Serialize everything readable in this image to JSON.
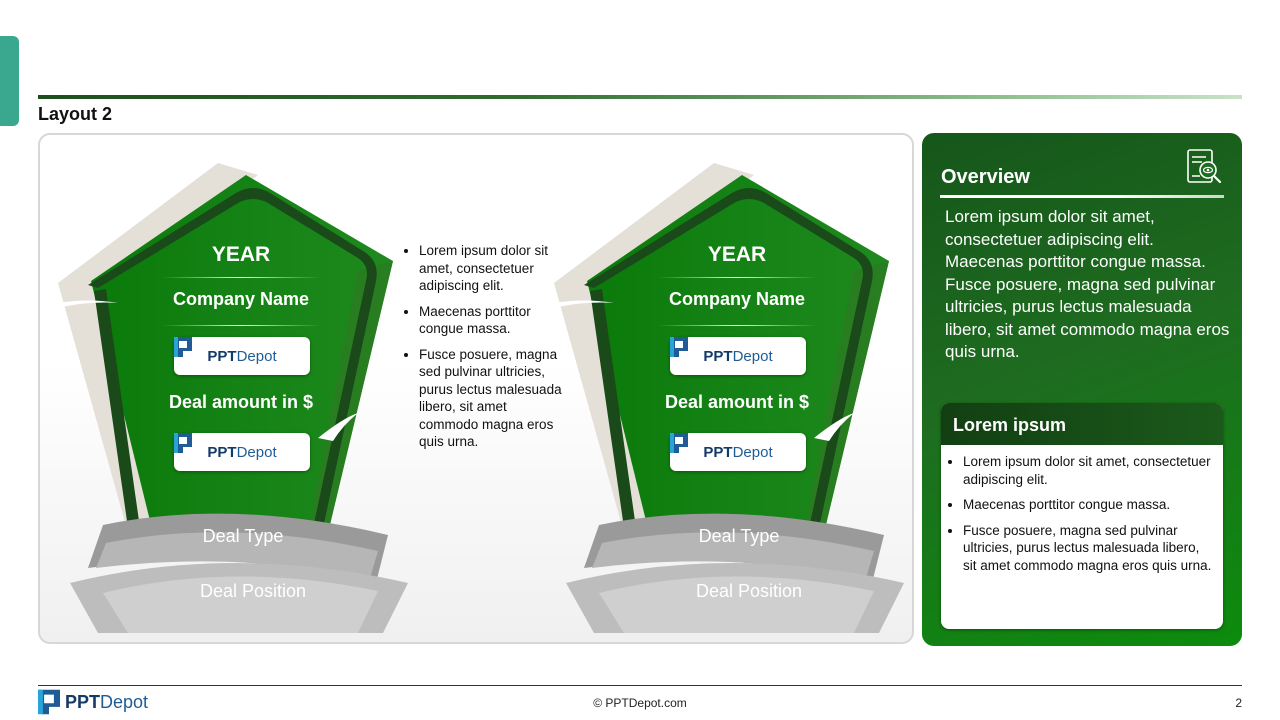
{
  "slide": {
    "title": "Layout 2",
    "page_number": "2",
    "copyright": "© PPTDepot.com"
  },
  "logo": {
    "bold": "PPT",
    "regular": "Depot"
  },
  "trophies": [
    {
      "year": "YEAR",
      "company": "Company Name",
      "deal_amount": "Deal amount in $",
      "deal_type": "Deal Type",
      "deal_position": "Deal Position"
    },
    {
      "year": "YEAR",
      "company": "Company Name",
      "deal_amount": "Deal amount in $",
      "deal_type": "Deal Type",
      "deal_position": "Deal Position"
    }
  ],
  "middle_bullets": [
    "Lorem ipsum dolor sit amet, consectetuer adipiscing elit.",
    "Maecenas porttitor congue massa.",
    "Fusce posuere, magna sed pulvinar ultricies, purus lectus malesuada libero, sit amet commodo magna eros quis urna."
  ],
  "overview": {
    "title": "Overview",
    "icon": "document-search-icon",
    "text": "Lorem ipsum dolor sit amet, consectetuer adipiscing elit. Maecenas porttitor congue massa. Fusce posuere, magna sed pulvinar ultricies, purus lectus malesuada libero, sit amet commodo magna eros quis urna.",
    "card": {
      "title": "Lorem ipsum",
      "bullets": [
        "Lorem ipsum dolor sit amet, consectetuer adipiscing elit.",
        "Maecenas porttitor congue massa.",
        "Fusce posuere, magna sed pulvinar ultricies, purus lectus malesuada libero, sit amet commodo magna eros quis urna."
      ]
    }
  },
  "colors": {
    "accent_green": "#1e6c20",
    "teal_tab": "#3aa88f",
    "logo_blue": "#1f5c95"
  }
}
